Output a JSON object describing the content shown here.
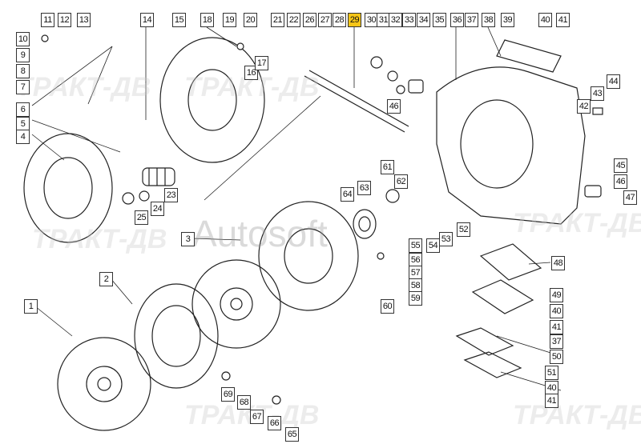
{
  "watermark": "ТРАКТ-ДВ",
  "watermark_center": "Autosoft",
  "highlight_color": "#f5c518",
  "highlighted_label": "29",
  "labels": {
    "top": [
      "11",
      "12",
      "13",
      "14",
      "15",
      "18",
      "19",
      "20",
      "21",
      "22",
      "26",
      "27",
      "28",
      "29",
      "30",
      "31",
      "32",
      "33",
      "34",
      "35",
      "36",
      "37",
      "38",
      "39",
      "40",
      "41"
    ],
    "left": [
      "10",
      "9",
      "8",
      "7",
      "6",
      "5",
      "4"
    ],
    "middle": [
      "16",
      "17",
      "23",
      "24",
      "25",
      "46",
      "44",
      "43",
      "42",
      "45",
      "46",
      "47",
      "61",
      "62",
      "63",
      "64",
      "52",
      "53",
      "54",
      "55",
      "56",
      "57",
      "58",
      "59",
      "60"
    ],
    "right_lower": [
      "48",
      "49",
      "40",
      "41",
      "37",
      "50",
      "51",
      "40",
      "41"
    ],
    "bottom": [
      "3",
      "2",
      "1",
      "69",
      "68",
      "67",
      "66",
      "65"
    ]
  }
}
